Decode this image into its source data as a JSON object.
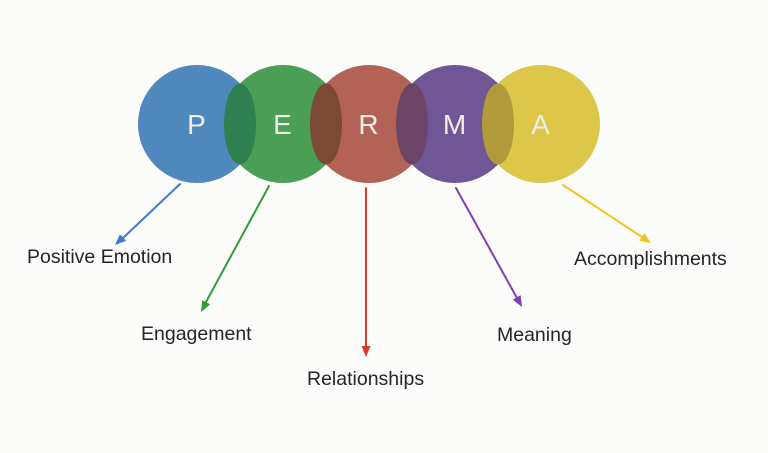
{
  "diagram": {
    "background_color": "#fcfcfb",
    "letter_color": "#efeeec",
    "label_color": "#252525",
    "items": [
      {
        "letter": "P",
        "label": "Positive Emotion",
        "circle_color": "#4f88bd",
        "arrow_color": "#3a7bd0"
      },
      {
        "letter": "E",
        "label": "Engagement",
        "circle_color": "#4a9e56",
        "arrow_color": "#2f9e38"
      },
      {
        "letter": "R",
        "label": "Relationships",
        "circle_color": "#b26355",
        "arrow_color": "#d93a28"
      },
      {
        "letter": "M",
        "label": "Meaning",
        "circle_color": "#6f5694",
        "arrow_color": "#7d3fb2"
      },
      {
        "letter": "A",
        "label": "Accomplishments",
        "circle_color": "#ddc748",
        "arrow_color": "#f2c41d"
      }
    ],
    "overlap_colors": [
      "#2e8050",
      "#7a4a35",
      "#6b4468",
      "#b09a3a"
    ]
  }
}
